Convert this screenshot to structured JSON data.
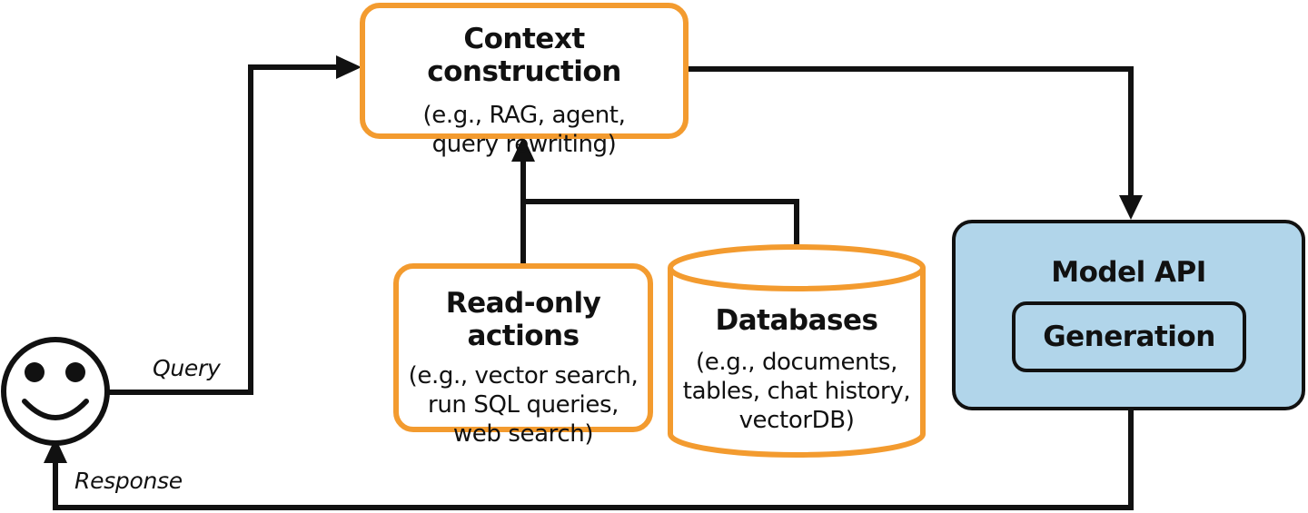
{
  "nodes": {
    "context_construction": {
      "title": "Context construction",
      "line1": "(e.g., RAG, agent,",
      "line2": "query rewriting)"
    },
    "read_only_actions": {
      "title": "Read-only actions",
      "line1": "(e.g., vector search,",
      "line2": "run SQL queries,",
      "line3": "web search)"
    },
    "databases": {
      "title": "Databases",
      "line1": "(e.g., documents,",
      "line2": "tables, chat history,",
      "line3": "vectorDB)"
    },
    "model_api": {
      "title": "Model API",
      "inner": "Generation"
    }
  },
  "edges": {
    "query_label": "Query",
    "response_label": "Response"
  },
  "colors": {
    "accent_orange": "#f39b2f",
    "model_blue": "#b1d5ea",
    "line": "#111111"
  }
}
